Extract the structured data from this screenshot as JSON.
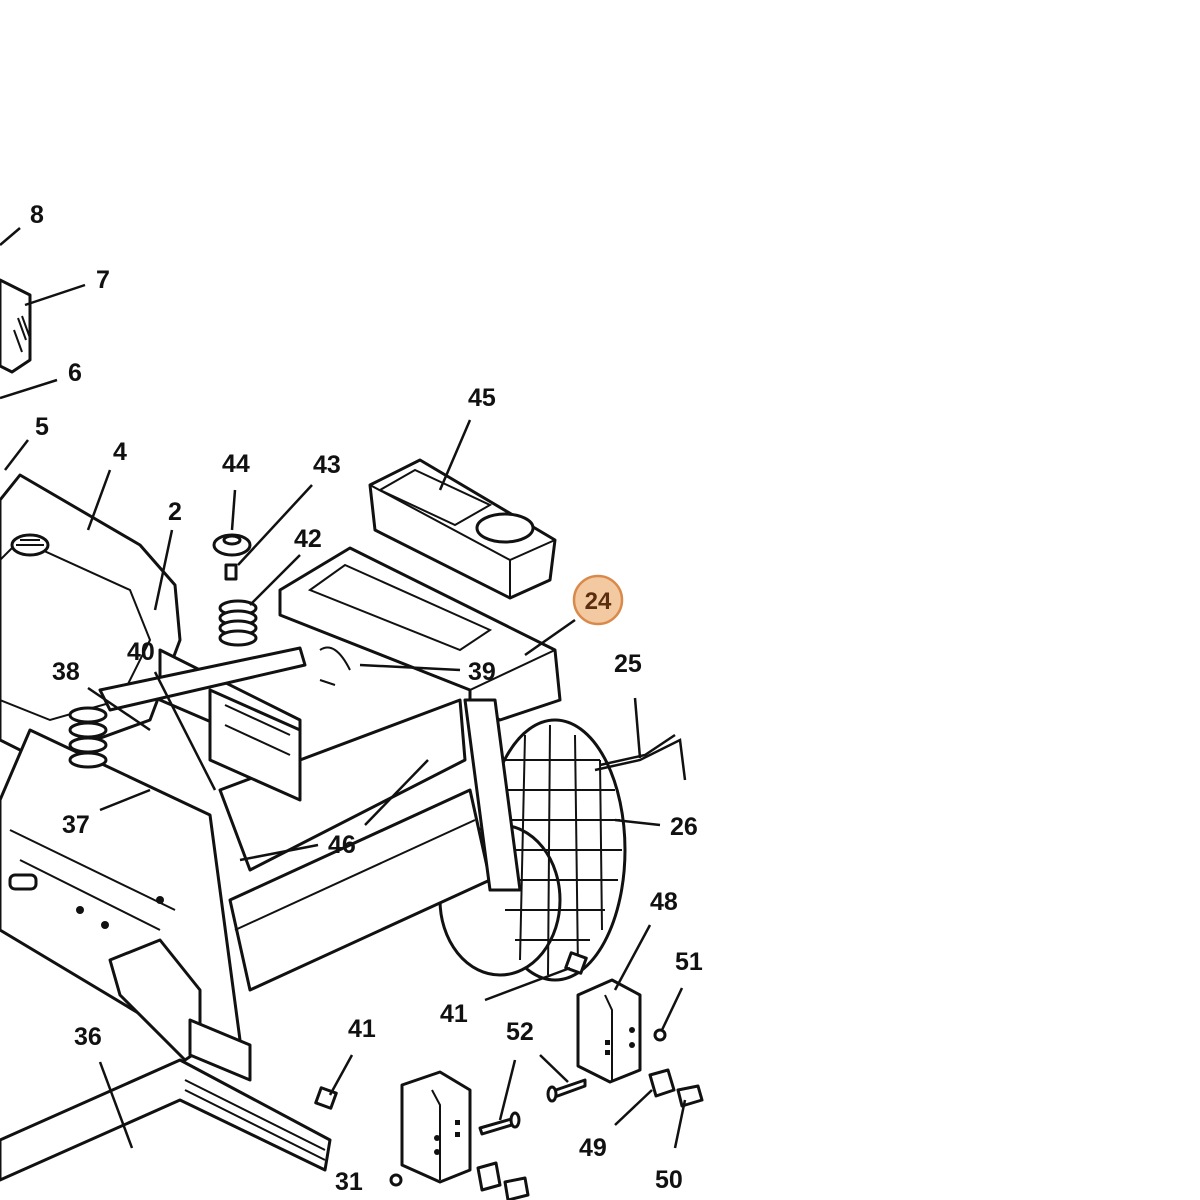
{
  "highlight": {
    "label": "24",
    "fill": "#F2C9A0",
    "stroke": "#D98A4A",
    "text_color": "#5A2E0E"
  },
  "labels": [
    "8",
    "7",
    "6",
    "5",
    "4",
    "44",
    "43",
    "45",
    "2",
    "42",
    "40",
    "38",
    "39",
    "25",
    "37",
    "46",
    "26",
    "48",
    "51",
    "41",
    "41",
    "52",
    "36",
    "49",
    "50",
    "31"
  ]
}
